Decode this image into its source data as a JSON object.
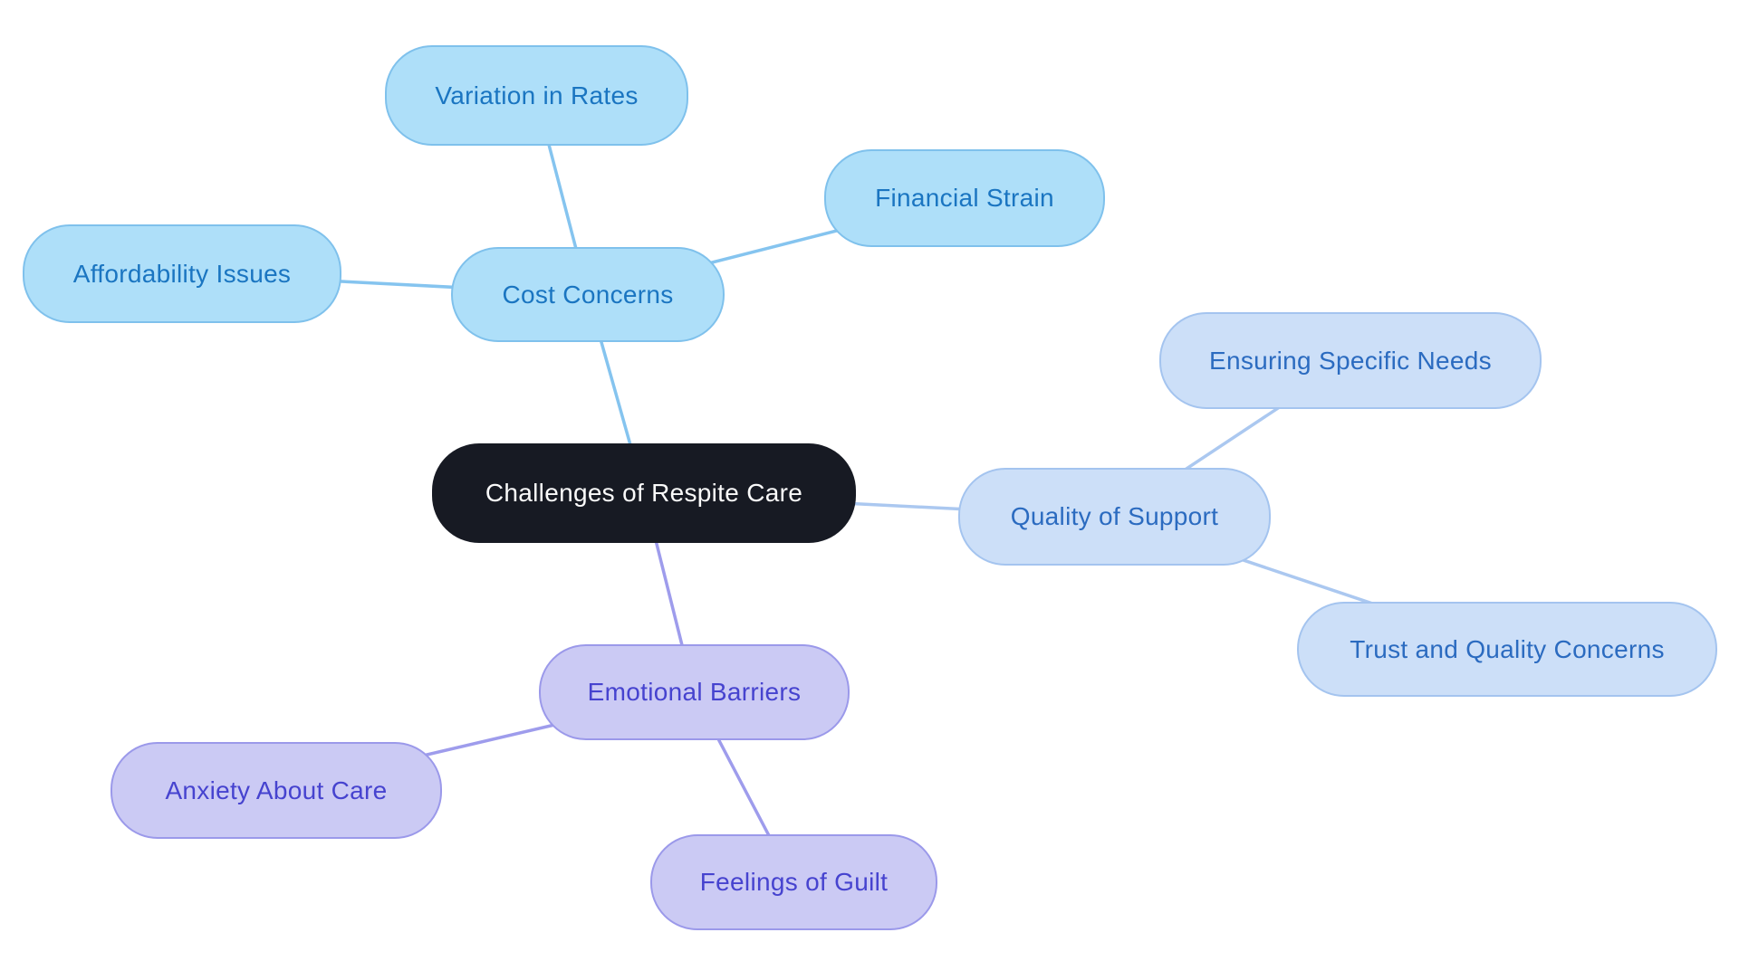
{
  "diagram": {
    "type": "mindmap",
    "background": "#FFFFFF",
    "root": {
      "id": "root",
      "label": "Challenges of Respite Care",
      "colors": {
        "fill": "#171A23",
        "text": "#FAFAFA"
      }
    },
    "branches": [
      {
        "id": "cost-concerns",
        "topic": {
          "label": "Cost Concerns"
        },
        "subtopics": [
          {
            "id": "variation-in-rates",
            "label": "Variation in Rates"
          },
          {
            "id": "financial-strain",
            "label": "Financial Strain"
          },
          {
            "id": "affordability-issues",
            "label": "Affordability Issues"
          }
        ],
        "colors": {
          "fill": "#AEDFF9",
          "border": "#7FC1EC",
          "text": "#1A75C1",
          "line": "#85C4EF"
        }
      },
      {
        "id": "quality-of-support",
        "topic": {
          "label": "Quality of Support"
        },
        "subtopics": [
          {
            "id": "ensuring-specific-needs",
            "label": "Ensuring Specific Needs"
          },
          {
            "id": "trust-and-quality-concerns",
            "label": "Trust and Quality Concerns"
          }
        ],
        "colors": {
          "fill": "#CCDFF8",
          "border": "#A4C4EF",
          "text": "#2B6BC0",
          "line": "#ABC8F0"
        }
      },
      {
        "id": "emotional-barriers",
        "topic": {
          "label": "Emotional Barriers"
        },
        "subtopics": [
          {
            "id": "anxiety-about-care",
            "label": "Anxiety About Care"
          },
          {
            "id": "feelings-of-guilt",
            "label": "Feelings of Guilt"
          }
        ],
        "colors": {
          "fill": "#CBCAF4",
          "border": "#9B99EA",
          "text": "#4643CF",
          "line": "#9E9CEC"
        }
      }
    ],
    "edges": [
      {
        "from": "root",
        "to": "cost-concerns"
      },
      {
        "from": "cost-concerns",
        "to": "variation-in-rates"
      },
      {
        "from": "cost-concerns",
        "to": "financial-strain"
      },
      {
        "from": "cost-concerns",
        "to": "affordability-issues"
      },
      {
        "from": "root",
        "to": "quality-of-support"
      },
      {
        "from": "quality-of-support",
        "to": "ensuring-specific-needs"
      },
      {
        "from": "quality-of-support",
        "to": "trust-and-quality-concerns"
      },
      {
        "from": "root",
        "to": "emotional-barriers"
      },
      {
        "from": "emotional-barriers",
        "to": "anxiety-about-care"
      },
      {
        "from": "emotional-barriers",
        "to": "feelings-of-guilt"
      }
    ]
  }
}
